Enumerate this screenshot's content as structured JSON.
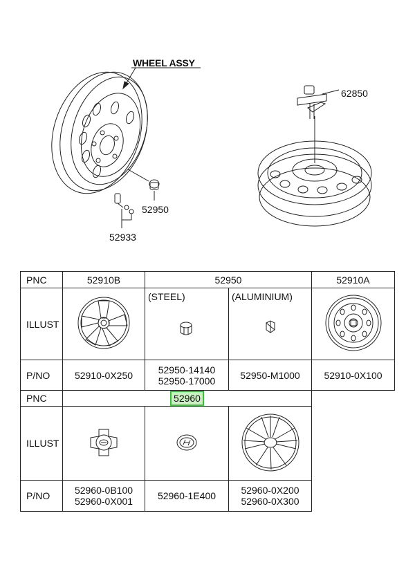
{
  "diagram": {
    "title": "WHEEL ASSY",
    "callouts": {
      "valve_nut": "52950",
      "valve": "52933",
      "lug": "62850"
    }
  },
  "table": {
    "row1": {
      "pnc_label": "PNC",
      "illust_label": "ILLUST",
      "pno_label": "P/NO",
      "col_a_pnc": "52910B",
      "col_bc_pnc": "52950",
      "col_d_pnc": "52910A",
      "steel_label": "(STEEL)",
      "aluminium_label": "(ALUMINIUM)",
      "col_a_pno": "52910-0X250",
      "col_b_pno_1": "52950-14140",
      "col_b_pno_2": "52950-17000",
      "col_c_pno": "52950-M1000",
      "col_d_pno": "52910-0X100"
    },
    "row2": {
      "pnc_label": "PNC",
      "illust_label": "ILLUST",
      "pno_label": "P/NO",
      "pnc_value": "52960",
      "col_a_pno_1": "52960-0B100",
      "col_a_pno_2": "52960-0X001",
      "col_b_pno": "52960-1E400",
      "col_c_pno_1": "52960-0X200",
      "col_c_pno_2": "52960-0X300"
    }
  },
  "colors": {
    "line": "#222222",
    "highlight_fill": "#c9f1c1",
    "highlight_border": "#3cbf3c"
  }
}
